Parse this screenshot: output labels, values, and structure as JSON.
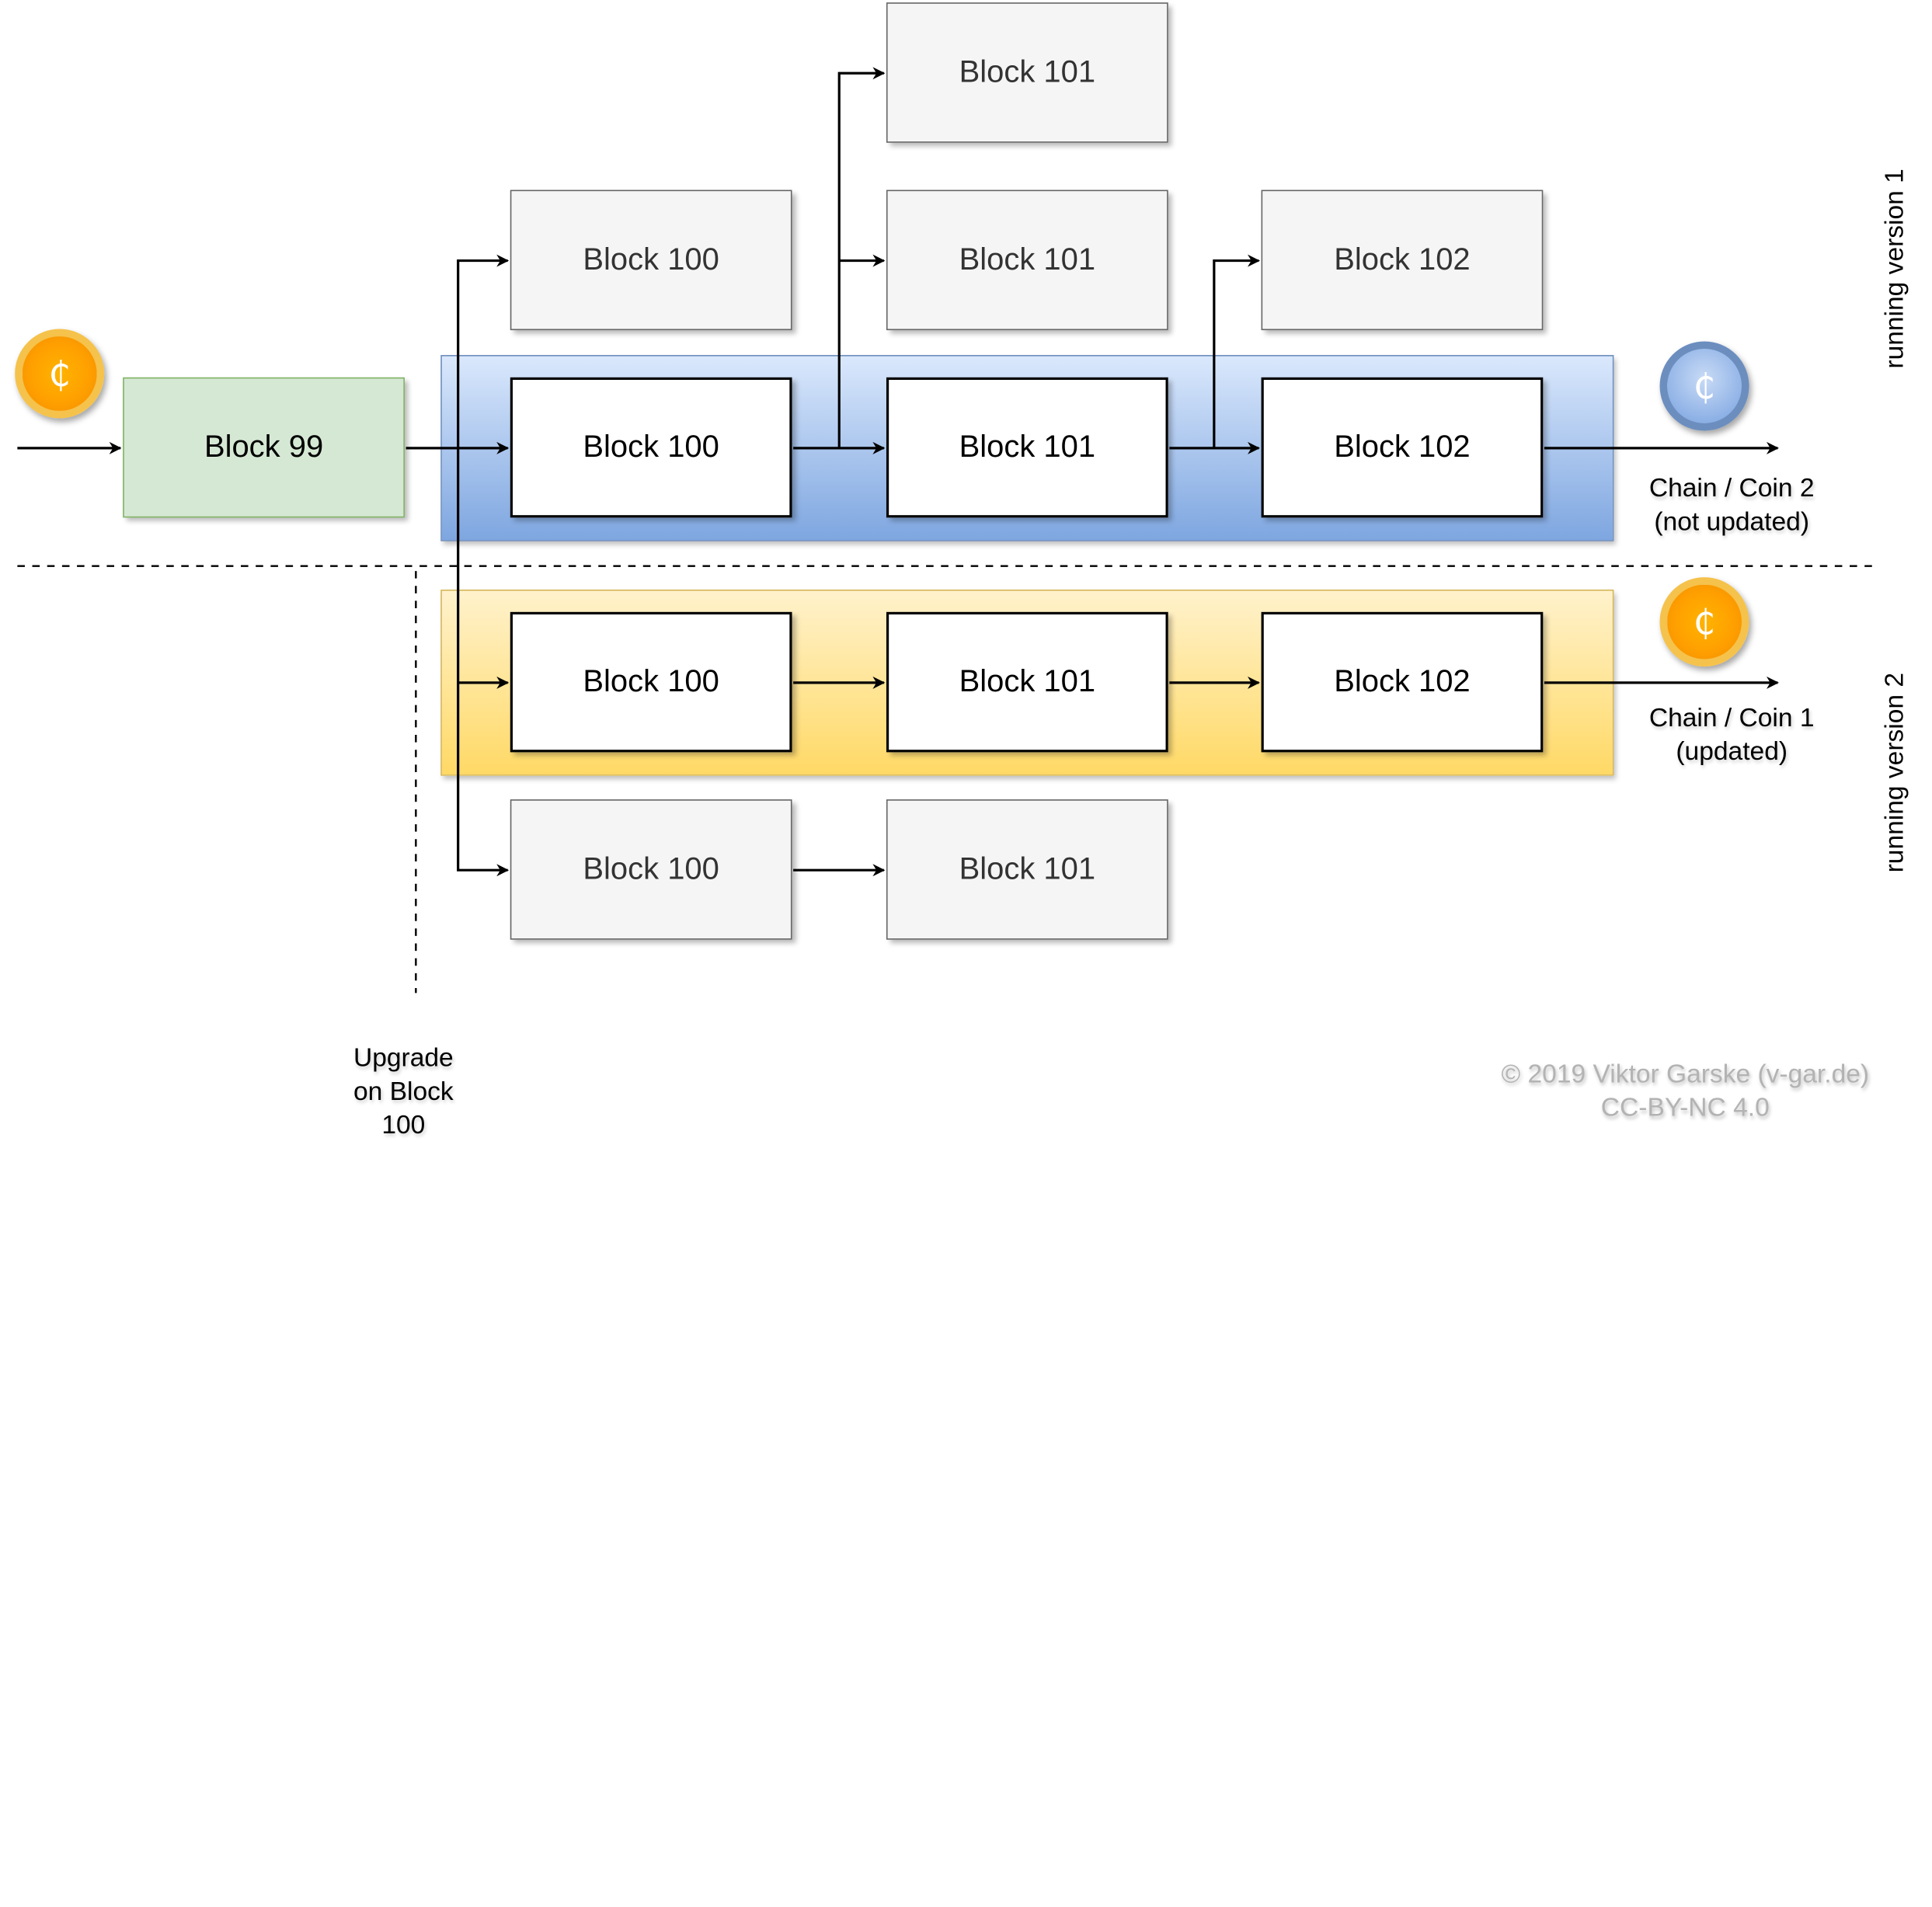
{
  "blocks": {
    "b99": "Block 99",
    "top_b100": "Block 100",
    "top_b101_a": "Block 101",
    "top_b101_b": "Block 101",
    "top_b102": "Block 102",
    "blue_b100": "Block 100",
    "blue_b101": "Block 101",
    "blue_b102": "Block 102",
    "yellow_b100": "Block 100",
    "yellow_b101": "Block 101",
    "yellow_b102": "Block 102",
    "bottom_b100": "Block 100",
    "bottom_b101": "Block 101"
  },
  "coins": {
    "symbol": "₵"
  },
  "chains": {
    "coin2": "Chain / Coin 2\n(not updated)",
    "coin1": "Chain / Coin 1\n(updated)"
  },
  "versions": {
    "v1": "running version 1",
    "v2": "running version 2"
  },
  "upgrade_label": "Upgrade\non Block\n100",
  "credits": {
    "line1": "© 2019 Viktor Garske (v-gar.de)",
    "line2": "CC-BY-NC 4.0"
  },
  "colors": {
    "blue_band": "#7ea6e0",
    "yellow_band": "#ffd966",
    "green_block": "#d5e8d4",
    "gold_coin": "#ffa000",
    "blue_coin": "#8fb2e6"
  }
}
